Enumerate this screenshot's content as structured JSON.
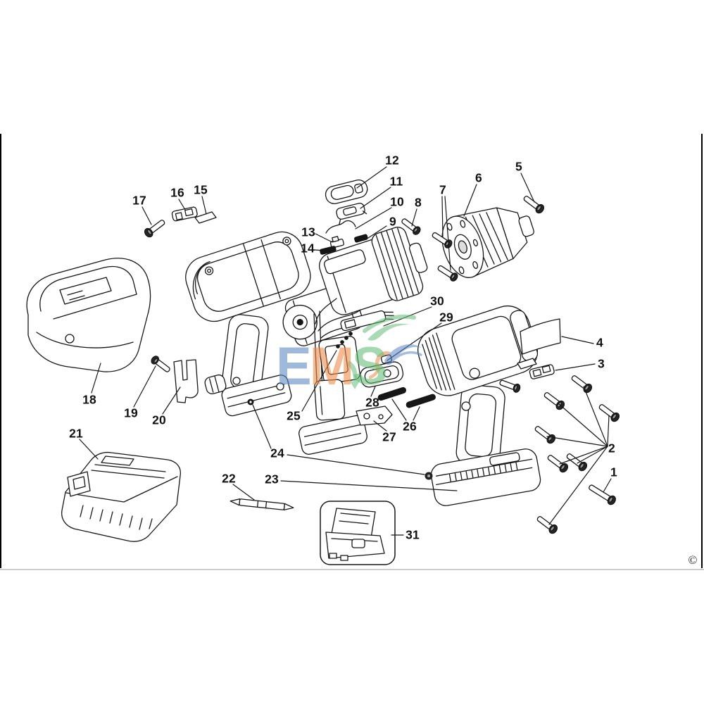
{
  "part_labels": [
    "1",
    "2",
    "3",
    "4",
    "5",
    "6",
    "7",
    "8",
    "9",
    "10",
    "11",
    "12",
    "13",
    "14",
    "15",
    "16",
    "17",
    "18",
    "19",
    "20",
    "21",
    "22",
    "23",
    "24",
    "25",
    "26",
    "27",
    "28",
    "29",
    "30",
    "31"
  ],
  "copyright_symbol": "©",
  "watermark": {
    "letters": [
      {
        "char": "E",
        "color": "#5b87c5"
      },
      {
        "char": "M",
        "color": "#ef8a45"
      },
      {
        "char": "S",
        "color": "#63bd76"
      }
    ],
    "swoosh_colors": {
      "orange": "#ef8a45",
      "blue": "#5b87c5",
      "green": "#63bd76"
    }
  },
  "drawing": {
    "line_color": "#161616",
    "part_icons": [
      "screw",
      "housing-screw-set",
      "clip-set",
      "label-sheet",
      "chuck-screw",
      "chuck",
      "gearbox-screws",
      "motor-screw",
      "switch-slider",
      "lead-wire",
      "bracket",
      "top-cover",
      "connector",
      "contact-strip",
      "name-plate",
      "clip",
      "clip-screw",
      "charger",
      "clip-screw",
      "belt-hook",
      "battery-pack",
      "screwdriver-bit",
      "nut",
      "nut-set",
      "switch-module",
      "grip-bumpers",
      "mounting-plate",
      "cover-plate",
      "wire-guide",
      "terminal-strip",
      "kitbox"
    ]
  }
}
